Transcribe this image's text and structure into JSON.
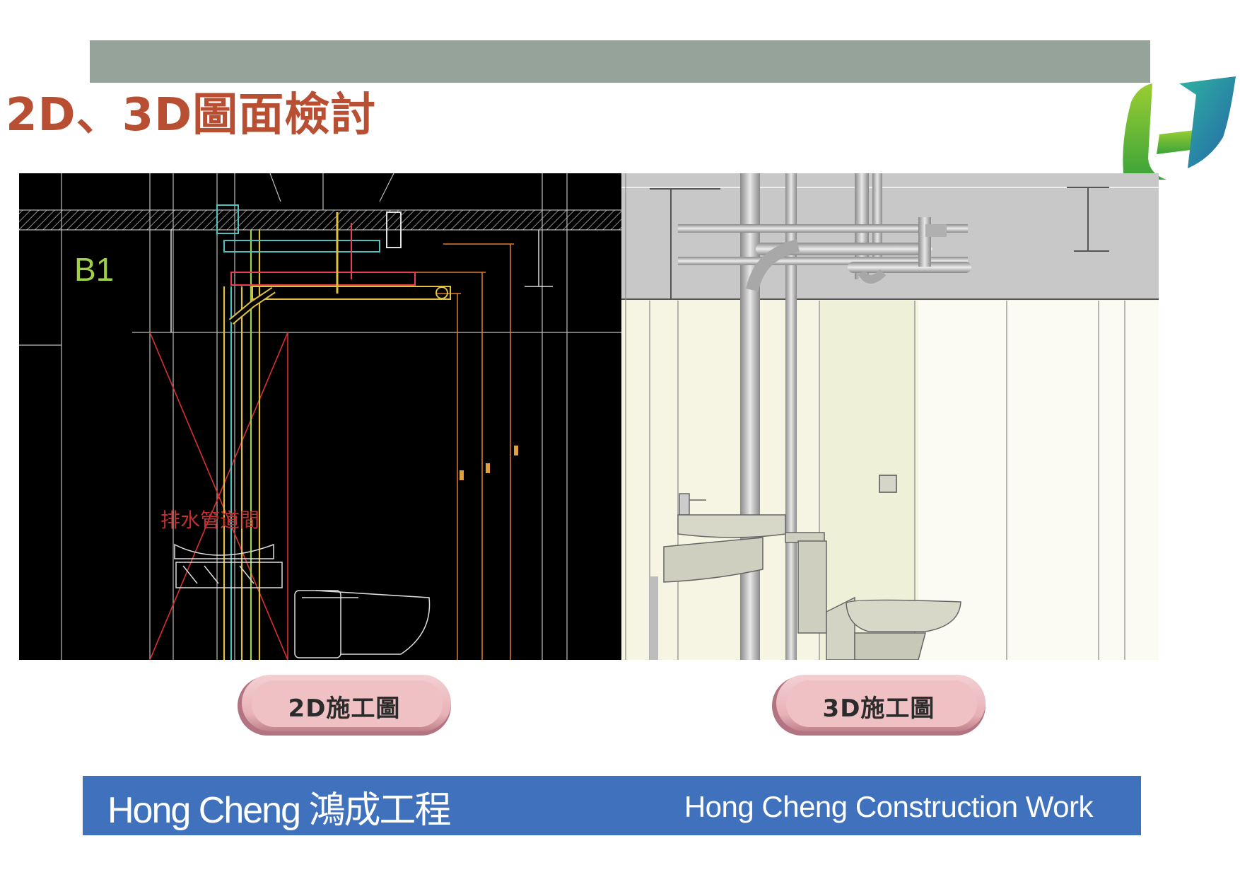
{
  "slide": {
    "title": "2D、3D圖面檢討"
  },
  "drawing_2d": {
    "level_label": "B1",
    "room_label": "排水管道間"
  },
  "labels": {
    "left": "2D施工圖",
    "right": "3D施工圖"
  },
  "footer": {
    "brand_left": "Hong Cheng 鴻成工程",
    "brand_right": "Hong Cheng Construction Work"
  },
  "colors": {
    "title": "#b84e32",
    "top_band": "#95a39a",
    "footer_bg": "#3f71bd",
    "pill": "#ecbcc0",
    "logo_green": "#3aa33a",
    "logo_blue": "#2e7dbb"
  }
}
